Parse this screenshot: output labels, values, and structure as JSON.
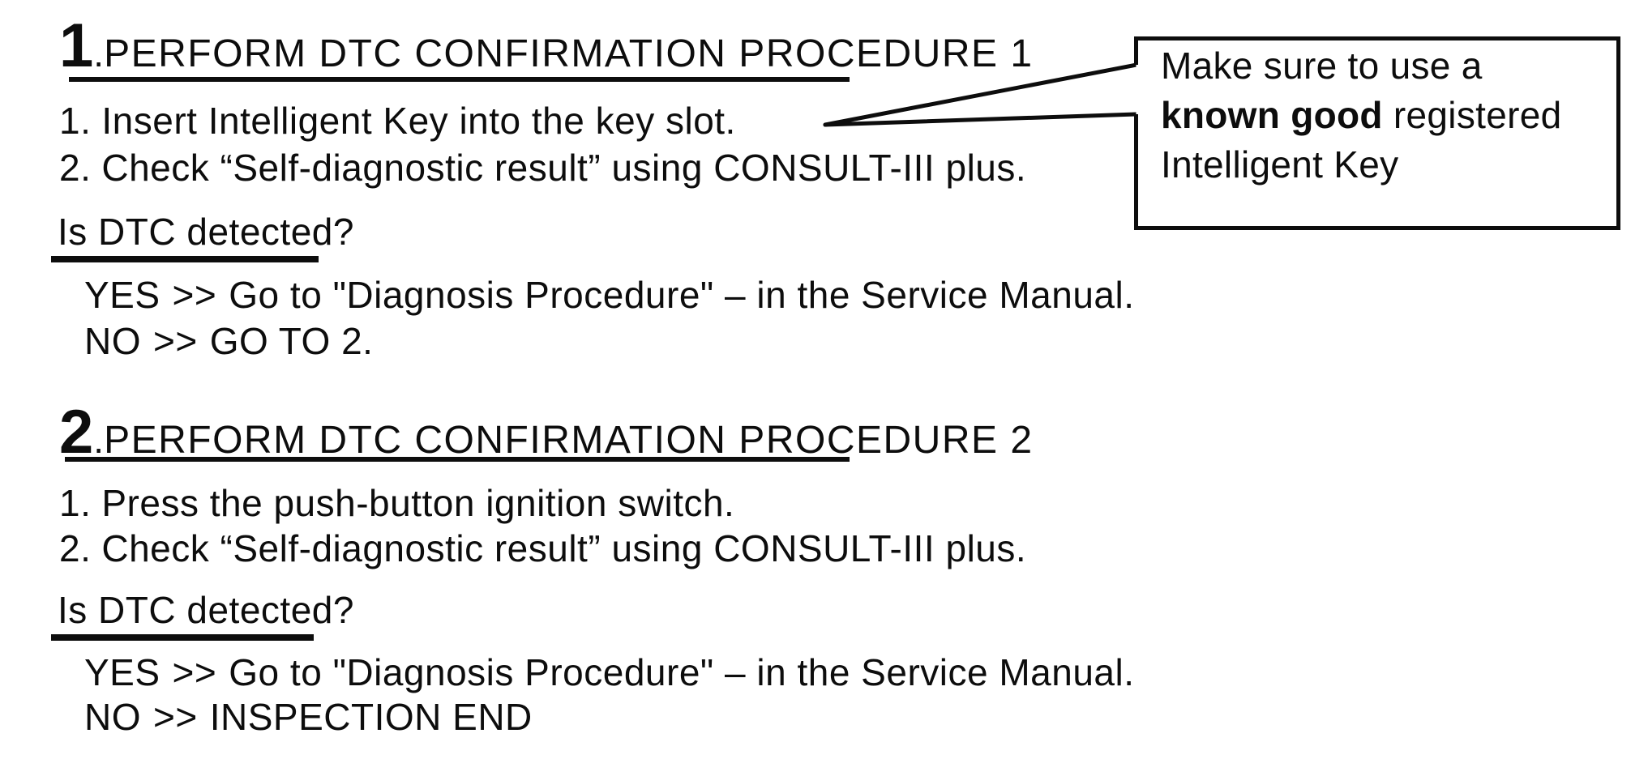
{
  "page": {
    "background": "#ffffff",
    "text_color": "#0d0d0d"
  },
  "sections": [
    {
      "number": "1",
      "number_separator": ".",
      "title": "PERFORM DTC CONFIRMATION PROCEDURE 1",
      "steps": [
        {
          "num": "1.",
          "text": "Insert Intelligent Key into the key slot."
        },
        {
          "num": "2.",
          "text": "Check “Self-diagnostic result” using CONSULT-III plus."
        }
      ],
      "question": "Is DTC detected?",
      "results": [
        {
          "label": "YES",
          "arrow": ">>",
          "text": "Go to \"Diagnosis Procedure\" – in the Service Manual."
        },
        {
          "label": "NO",
          "arrow": ">>",
          "text": "GO TO 2."
        }
      ]
    },
    {
      "number": "2",
      "number_separator": ".",
      "title": "PERFORM DTC CONFIRMATION PROCEDURE 2",
      "steps": [
        {
          "num": "1.",
          "text": "Press the push-button ignition switch."
        },
        {
          "num": "2.",
          "text": "Check “Self-diagnostic result” using CONSULT-III plus."
        }
      ],
      "question": "Is DTC detected?",
      "results": [
        {
          "label": "YES",
          "arrow": ">>",
          "text": "Go to \"Diagnosis Procedure\" – in the Service Manual."
        },
        {
          "label": "NO",
          "arrow": ">>",
          "text": "INSPECTION END"
        }
      ]
    }
  ],
  "callout": {
    "line1": "Make sure to use a",
    "line2_bold": "known good",
    "line2_rest": " registered",
    "line3": "Intelligent Key"
  }
}
